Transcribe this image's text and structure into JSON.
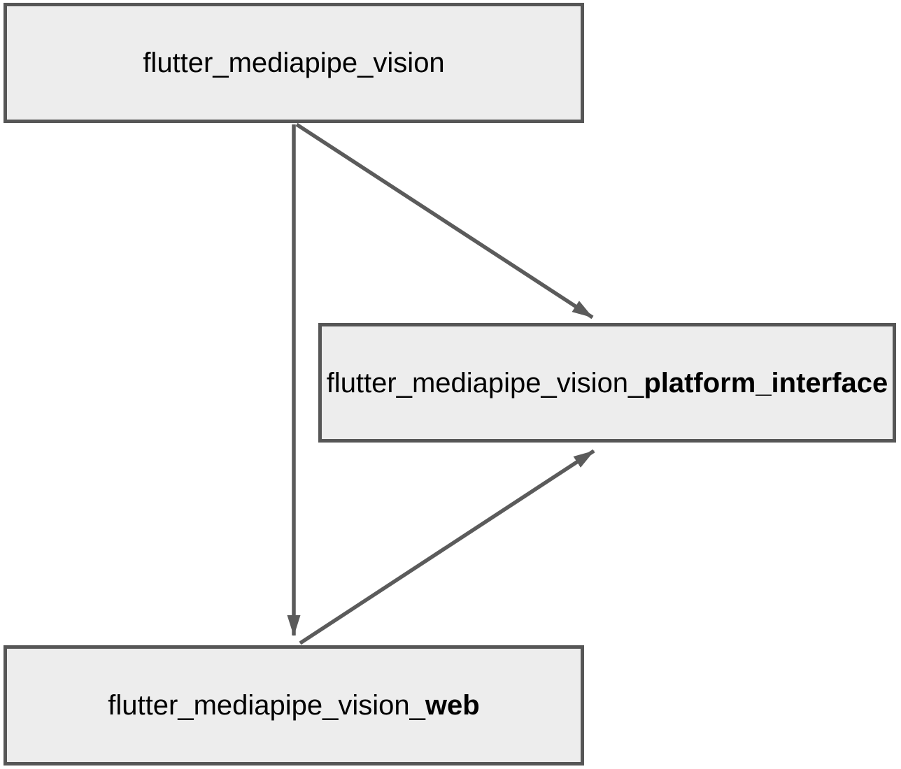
{
  "diagram": {
    "type": "dependency-graph",
    "nodes": [
      {
        "id": "flutter_mediapipe_vision",
        "label": "flutter_mediapipe_vision",
        "label_bold": ""
      },
      {
        "id": "flutter_mediapipe_vision_platform_interface",
        "label": "flutter_mediapipe_vision_",
        "label_bold": "platform_interface"
      },
      {
        "id": "flutter_mediapipe_vision_web",
        "label": "flutter_mediapipe_vision_",
        "label_bold": "web"
      }
    ],
    "edges": [
      {
        "from": "flutter_mediapipe_vision",
        "to": "flutter_mediapipe_vision_platform_interface"
      },
      {
        "from": "flutter_mediapipe_vision",
        "to": "flutter_mediapipe_vision_web"
      },
      {
        "from": "flutter_mediapipe_vision_web",
        "to": "flutter_mediapipe_vision_platform_interface"
      }
    ],
    "colors": {
      "node_fill": "#ededed",
      "node_border": "#565656",
      "edge": "#5b5b5b",
      "text": "#000000",
      "background": "#ffffff"
    }
  }
}
